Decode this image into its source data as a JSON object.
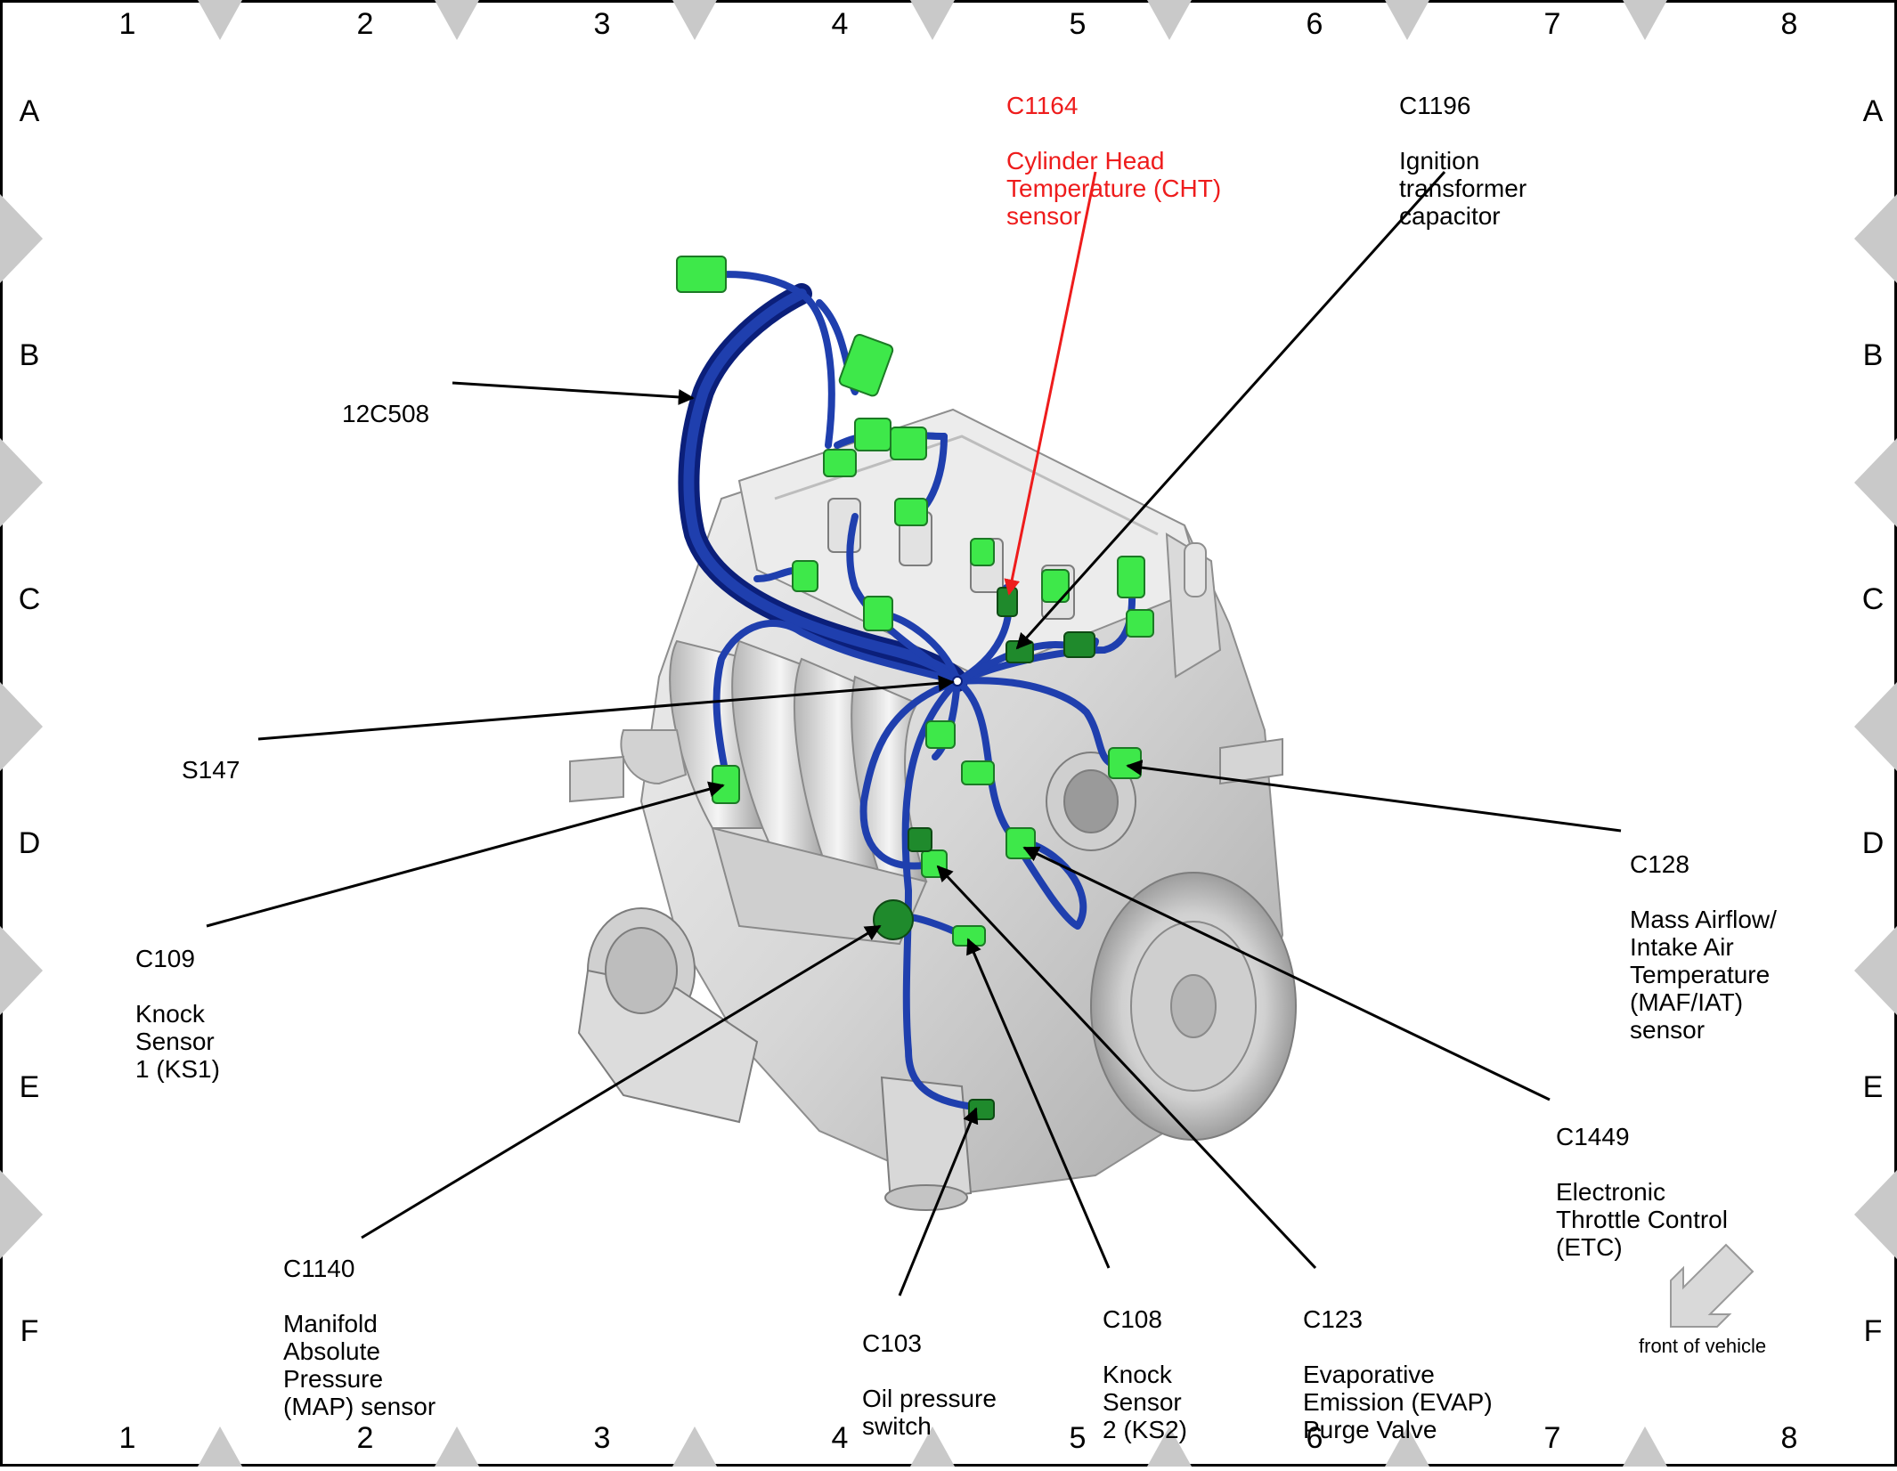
{
  "grid": {
    "columns": [
      "1",
      "2",
      "3",
      "4",
      "5",
      "6",
      "7",
      "8"
    ],
    "rows": [
      "A",
      "B",
      "C",
      "D",
      "E",
      "F"
    ]
  },
  "callouts": {
    "c1164": {
      "code": "C1164",
      "text": "Cylinder Head\nTemperature (CHT)\nsensor",
      "color": "#ee1c1c"
    },
    "c1196": {
      "code": "C1196",
      "text": "Ignition\ntransformer\ncapacitor"
    },
    "c12c508": {
      "code": "12C508"
    },
    "s147": {
      "code": "S147"
    },
    "c128": {
      "code": "C128",
      "text": "Mass Airflow/\nIntake Air\nTemperature\n(MAF/IAT)\nsensor"
    },
    "c109": {
      "code": "C109",
      "text": "Knock\nSensor\n1 (KS1)"
    },
    "c1449": {
      "code": "C1449",
      "text": "Electronic\nThrottle Control\n(ETC)"
    },
    "c1140": {
      "code": "C1140",
      "text": "Manifold\nAbsolute\nPressure\n(MAP) sensor"
    },
    "c103": {
      "code": "C103",
      "text": "Oil pressure\nswitch"
    },
    "c108": {
      "code": "C108",
      "text": "Knock\nSensor\n2 (KS2)"
    },
    "c123": {
      "code": "C123",
      "text": "Evaporative\nEmission (EVAP)\nPurge Valve"
    }
  },
  "front_of_vehicle": "front of vehicle",
  "colors": {
    "harness": "#1f3fae",
    "harness_dark": "#0b1f7a",
    "connector": "#3ee84a",
    "connector_dark": "#1c7a25",
    "engine": "#d8d8d8",
    "frame_diamond": "#c9c9c9",
    "leader_black": "#000000",
    "leader_red": "#ee1c1c"
  }
}
